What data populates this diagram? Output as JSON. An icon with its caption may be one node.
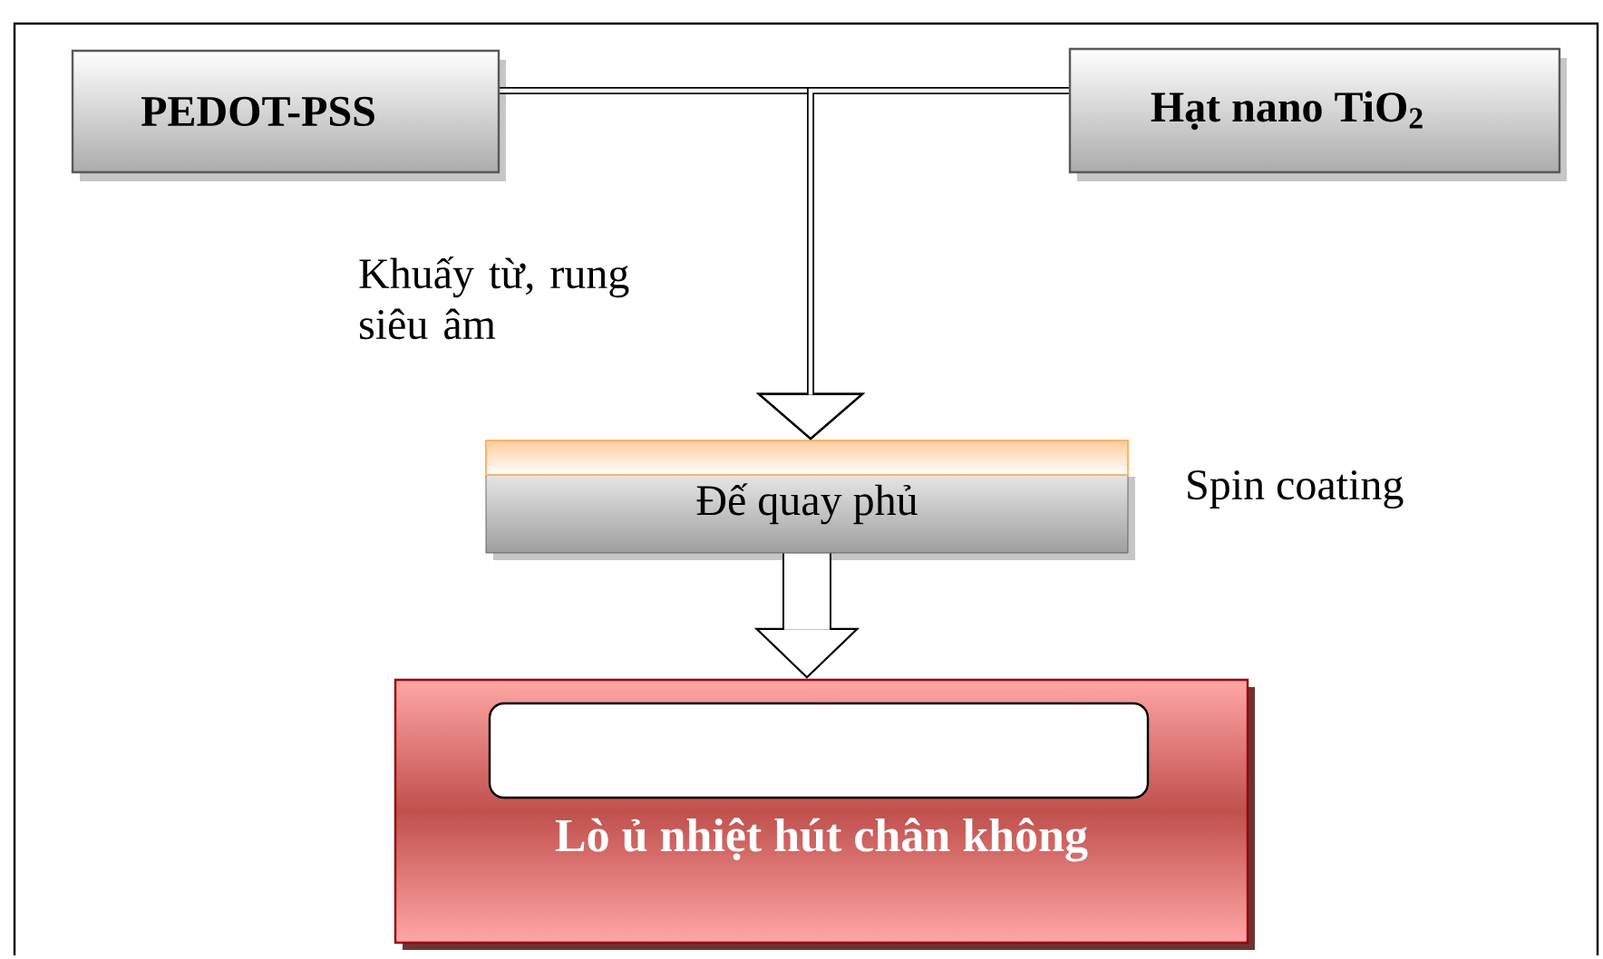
{
  "diagram": {
    "nodes": [
      {
        "text": [
          "PEDOT-PSS"
        ]
      },
      {
        "text": [
          "Hạt nano TiO$_{2}$"
        ]
      },
      {
        "text": [
          "Đế quay phủ"
        ],
        "beside": [
          "Spin coating"
        ]
      },
      {
        "text": [
          "Lò ủ nhiệt hút chân không"
        ]
      },
      {
        "text": [],
        "shape": "box",
        "in": 3
      }
    ],
    "edges": [
      {
        "from": 0,
        "to": 2,
        "arrow": "to",
        "label": "Khuấy từ, rung siêu âm"
      },
      {
        "from": 1,
        "to": 2,
        "arrow": "to"
      },
      {
        "from": 2,
        "to": 3,
        "arrow": "to",
        "style": "thick"
      }
    ]
  }
}
